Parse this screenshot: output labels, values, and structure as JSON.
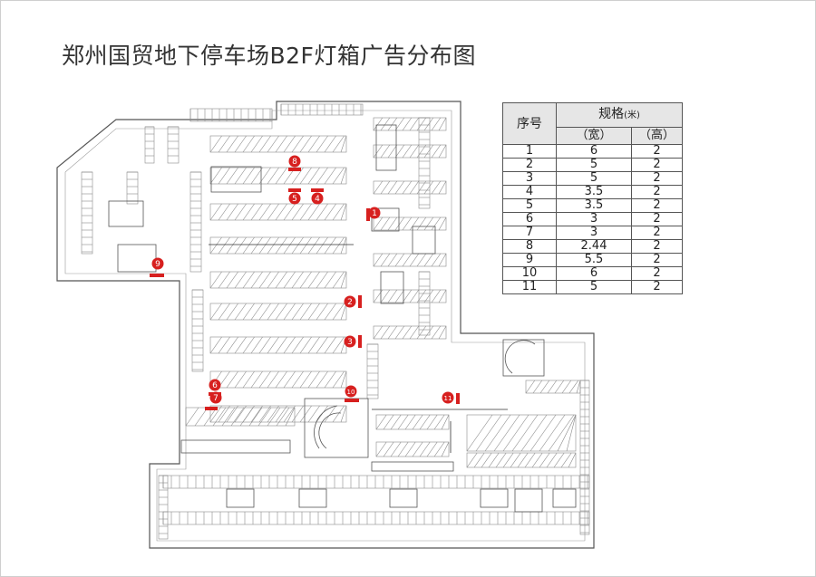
{
  "title": "郑州国贸地下停车场B2F灯箱广告分布图",
  "table": {
    "header_no": "序号",
    "header_spec": "规格",
    "header_unit": "(米)",
    "header_width": "（宽）",
    "header_height": "（高）",
    "rows": [
      {
        "no": "1",
        "w": "6",
        "h": "2"
      },
      {
        "no": "2",
        "w": "5",
        "h": "2"
      },
      {
        "no": "3",
        "w": "5",
        "h": "2"
      },
      {
        "no": "4",
        "w": "3.5",
        "h": "2"
      },
      {
        "no": "5",
        "w": "3.5",
        "h": "2"
      },
      {
        "no": "6",
        "w": "3",
        "h": "2"
      },
      {
        "no": "7",
        "w": "3",
        "h": "2"
      },
      {
        "no": "8",
        "w": "2.44",
        "h": "2"
      },
      {
        "no": "9",
        "w": "5.5",
        "h": "2"
      },
      {
        "no": "10",
        "w": "6",
        "h": "2"
      },
      {
        "no": "11",
        "w": "5",
        "h": "2"
      }
    ]
  },
  "markers": [
    "1",
    "2",
    "3",
    "4",
    "5",
    "6",
    "7",
    "8",
    "9",
    "10",
    "11"
  ],
  "colors": {
    "marker": "#d7201f",
    "line": "#555555",
    "stall": "#8a8a8a"
  }
}
